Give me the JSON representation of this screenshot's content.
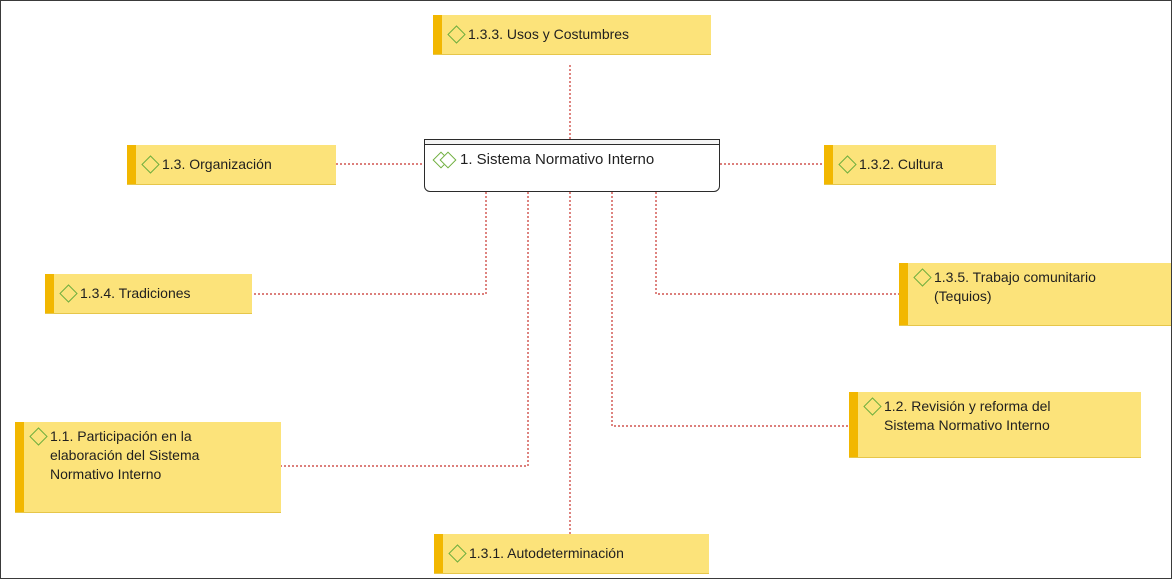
{
  "diagram": {
    "central": {
      "label": "1. Sistema Normativo Interno"
    },
    "nodes": [
      {
        "key": "usos",
        "label": "1.3.3.  Usos y Costumbres"
      },
      {
        "key": "organizacion",
        "label": "1.3. Organización"
      },
      {
        "key": "cultura",
        "label": "1.3.2. Cultura"
      },
      {
        "key": "tradiciones",
        "label": "1.3.4. Tradiciones"
      },
      {
        "key": "trabajo",
        "label": "1.3.5. Trabajo comunitario\n(Tequios)"
      },
      {
        "key": "revision",
        "label": "1.2. Revisión y reforma  del\nSistema Normativo Interno"
      },
      {
        "key": "participacion",
        "label": "1.1. Participación en la\nelaboración del Sistema\nNormativo Interno"
      },
      {
        "key": "autodeterminacion",
        "label": "1.3.1. Autodeterminación"
      }
    ],
    "colors": {
      "node_fill": "#fce37a",
      "node_accent": "#f2b700",
      "connector": "#c8332c",
      "diamond": "#6fae3e"
    },
    "icons": {
      "node": "diamond-icon",
      "central": "double-diamond-icon"
    }
  }
}
